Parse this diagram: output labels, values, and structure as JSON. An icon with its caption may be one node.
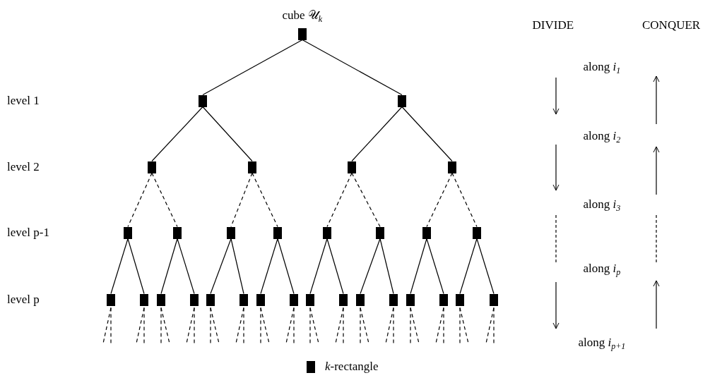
{
  "diagram": {
    "nodes": [
      {
        "text": [
          "cube 𝒰$_{k}$"
        ]
      },
      {
        "text": [],
        "shape": "box"
      },
      {
        "text": [],
        "shape": "box"
      },
      {
        "text": [],
        "shape": "box"
      },
      {
        "text": [],
        "shape": "box"
      },
      {
        "text": [],
        "shape": "box"
      },
      {
        "text": [],
        "shape": "box"
      },
      {
        "text": [],
        "shape": "box"
      },
      {
        "text": [],
        "shape": "box"
      },
      {
        "text": [],
        "shape": "box"
      },
      {
        "text": [],
        "shape": "box"
      },
      {
        "text": [],
        "shape": "box"
      },
      {
        "text": [],
        "shape": "box"
      },
      {
        "text": [],
        "shape": "box"
      },
      {
        "text": [],
        "shape": "box"
      },
      {
        "text": [],
        "shape": "box"
      },
      {
        "text": [],
        "shape": "box"
      },
      {
        "text": [],
        "shape": "box"
      },
      {
        "text": [],
        "shape": "box"
      },
      {
        "text": [],
        "shape": "box"
      },
      {
        "text": [],
        "shape": "box"
      },
      {
        "text": [],
        "shape": "box"
      },
      {
        "text": [],
        "shape": "box"
      },
      {
        "text": [],
        "shape": "box"
      },
      {
        "text": [],
        "shape": "box"
      },
      {
        "text": [],
        "shape": "box"
      },
      {
        "text": [],
        "shape": "box"
      },
      {
        "text": [],
        "shape": "box"
      },
      {
        "text": [],
        "shape": "box"
      },
      {
        "text": [],
        "shape": "box"
      },
      {
        "text": [],
        "shape": "box"
      }
    ],
    "edges": [
      {
        "from": 0,
        "to": 1,
        "arrow": "none"
      },
      {
        "from": 0,
        "to": 2,
        "arrow": "none"
      },
      {
        "from": 1,
        "to": 3,
        "arrow": "none"
      },
      {
        "from": 1,
        "to": 4,
        "arrow": "none"
      },
      {
        "from": 2,
        "to": 5,
        "arrow": "none"
      },
      {
        "from": 2,
        "to": 6,
        "arrow": "none"
      },
      {
        "from": 3,
        "to": 7,
        "arrow": "none",
        "style": "dashed"
      },
      {
        "from": 3,
        "to": 8,
        "arrow": "none",
        "style": "dashed"
      },
      {
        "from": 4,
        "to": 9,
        "arrow": "none",
        "style": "dashed"
      },
      {
        "from": 4,
        "to": 10,
        "arrow": "none",
        "style": "dashed"
      },
      {
        "from": 5,
        "to": 11,
        "arrow": "none",
        "style": "dashed"
      },
      {
        "from": 5,
        "to": 12,
        "arrow": "none",
        "style": "dashed"
      },
      {
        "from": 6,
        "to": 13,
        "arrow": "none",
        "style": "dashed"
      },
      {
        "from": 6,
        "to": 14,
        "arrow": "none",
        "style": "dashed"
      },
      {
        "from": 7,
        "to": 15,
        "arrow": "none"
      },
      {
        "from": 7,
        "to": 16,
        "arrow": "none"
      },
      {
        "from": 8,
        "to": 17,
        "arrow": "none"
      },
      {
        "from": 8,
        "to": 18,
        "arrow": "none"
      },
      {
        "from": 9,
        "to": 19,
        "arrow": "none"
      },
      {
        "from": 9,
        "to": 20,
        "arrow": "none"
      },
      {
        "from": 10,
        "to": 21,
        "arrow": "none"
      },
      {
        "from": 10,
        "to": 22,
        "arrow": "none"
      },
      {
        "from": 11,
        "to": 23,
        "arrow": "none"
      },
      {
        "from": 11,
        "to": 24,
        "arrow": "none"
      },
      {
        "from": 12,
        "to": 25,
        "arrow": "none"
      },
      {
        "from": 12,
        "to": 26,
        "arrow": "none"
      },
      {
        "from": 13,
        "to": 27,
        "arrow": "none"
      },
      {
        "from": 13,
        "to": 28,
        "arrow": "none"
      },
      {
        "from": 14,
        "to": 29,
        "arrow": "none"
      },
      {
        "from": 14,
        "to": 30,
        "arrow": "none"
      },
      {
        "from": 15,
        "to": null,
        "arrow": "none",
        "style": "dashed"
      },
      {
        "from": 15,
        "to": null,
        "arrow": "none",
        "style": "dashed"
      },
      {
        "from": 16,
        "to": null,
        "arrow": "none",
        "style": "dashed"
      },
      {
        "from": 16,
        "to": null,
        "arrow": "none",
        "style": "dashed"
      },
      {
        "from": 17,
        "to": null,
        "arrow": "none",
        "style": "dashed"
      },
      {
        "from": 17,
        "to": null,
        "arrow": "none",
        "style": "dashed"
      },
      {
        "from": 18,
        "to": null,
        "arrow": "none",
        "style": "dashed"
      },
      {
        "from": 18,
        "to": null,
        "arrow": "none",
        "style": "dashed"
      },
      {
        "from": 19,
        "to": null,
        "arrow": "none",
        "style": "dashed"
      },
      {
        "from": 19,
        "to": null,
        "arrow": "none",
        "style": "dashed"
      },
      {
        "from": 20,
        "to": null,
        "arrow": "none",
        "style": "dashed"
      },
      {
        "from": 20,
        "to": null,
        "arrow": "none",
        "style": "dashed"
      },
      {
        "from": 21,
        "to": null,
        "arrow": "none",
        "style": "dashed"
      },
      {
        "from": 21,
        "to": null,
        "arrow": "none",
        "style": "dashed"
      },
      {
        "from": 22,
        "to": null,
        "arrow": "none",
        "style": "dashed"
      },
      {
        "from": 22,
        "to": null,
        "arrow": "none",
        "style": "dashed"
      },
      {
        "from": 23,
        "to": null,
        "arrow": "none",
        "style": "dashed"
      },
      {
        "from": 23,
        "to": null,
        "arrow": "none",
        "style": "dashed"
      },
      {
        "from": 24,
        "to": null,
        "arrow": "none",
        "style": "dashed"
      },
      {
        "from": 24,
        "to": null,
        "arrow": "none",
        "style": "dashed"
      },
      {
        "from": 25,
        "to": null,
        "arrow": "none",
        "style": "dashed"
      },
      {
        "from": 25,
        "to": null,
        "arrow": "none",
        "style": "dashed"
      },
      {
        "from": 26,
        "to": null,
        "arrow": "none",
        "style": "dashed"
      },
      {
        "from": 26,
        "to": null,
        "arrow": "none",
        "style": "dashed"
      },
      {
        "from": 27,
        "to": null,
        "arrow": "none",
        "style": "dashed"
      },
      {
        "from": 27,
        "to": null,
        "arrow": "none",
        "style": "dashed"
      },
      {
        "from": 28,
        "to": null,
        "arrow": "none",
        "style": "dashed"
      },
      {
        "from": 28,
        "to": null,
        "arrow": "none",
        "style": "dashed"
      },
      {
        "from": 29,
        "to": null,
        "arrow": "none",
        "style": "dashed"
      },
      {
        "from": 29,
        "to": null,
        "arrow": "none",
        "style": "dashed"
      },
      {
        "from": 30,
        "to": null,
        "arrow": "none",
        "style": "dashed"
      },
      {
        "from": 30,
        "to": null,
        "arrow": "none",
        "style": "dashed"
      }
    ],
    "labels": [
      "level 1",
      "level 2",
      "level p-1",
      "level p",
      "DIVIDE",
      "CONQUER",
      "along *i*$_{1}$",
      "along *i*$_{2}$",
      "along *i*$_{3}$",
      "along *i*$_{p}$",
      "along *i*$_{p+1}$"
    ],
    "legend": [
      {
        "text": "*k*-rectangle"
      }
    ]
  }
}
